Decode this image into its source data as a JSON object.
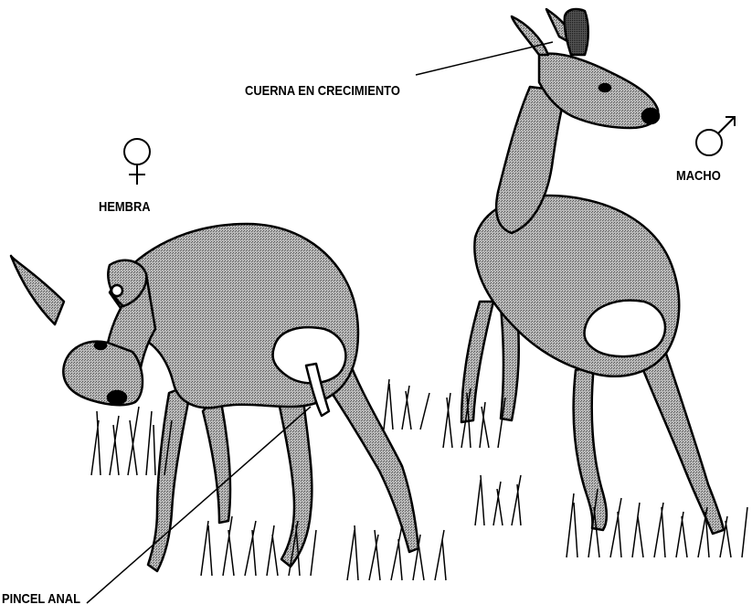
{
  "labels": {
    "antler": "CUERNA EN CRECIMIENTO",
    "female": "HEMBRA",
    "male": "MACHO",
    "anal_tuft": "PINCEL ANAL"
  },
  "symbols": {
    "female": "female-symbol",
    "male": "male-symbol"
  },
  "colors": {
    "coat": "#8a8a8a",
    "outline": "#000000",
    "rump_patch": "#ffffff",
    "background": "#ffffff"
  }
}
